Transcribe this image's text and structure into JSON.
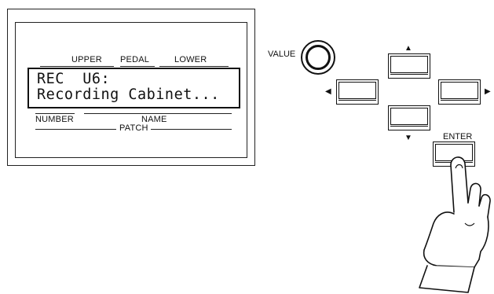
{
  "panel": {
    "labels": {
      "upper": "UPPER",
      "pedal": "PEDAL",
      "lower": "LOWER",
      "number": "NUMBER",
      "name": "NAME",
      "patch": "PATCH"
    },
    "display": {
      "line1": "REC  U6:",
      "line2": "Recording Cabinet..."
    }
  },
  "controls": {
    "value_label": "VALUE",
    "enter_label": "ENTER",
    "arrows": {
      "up": "▲",
      "down": "▼",
      "left": "◀",
      "right": "▶"
    }
  }
}
